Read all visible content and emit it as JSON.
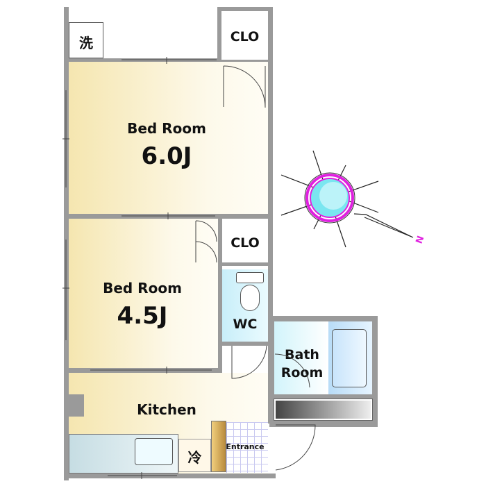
{
  "rooms": {
    "bedroom1": {
      "name": "Bed Room",
      "size": "6.0J"
    },
    "bedroom2": {
      "name": "Bed Room",
      "size": "4.5J"
    },
    "closet1": "CLO",
    "closet2": "CLO",
    "wc": "WC",
    "bath": {
      "line1": "Bath",
      "line2": "Room"
    },
    "kitchen": "Kitchen",
    "entrance": "Entrance",
    "laundry": "洗",
    "fridge": "冷"
  },
  "compass": {
    "north_label": "N"
  },
  "colors": {
    "room": "#f5e6b0",
    "wet_area": "#c8eef9",
    "wall": "#9a9a9a",
    "compass_accent": "#e020e0"
  }
}
